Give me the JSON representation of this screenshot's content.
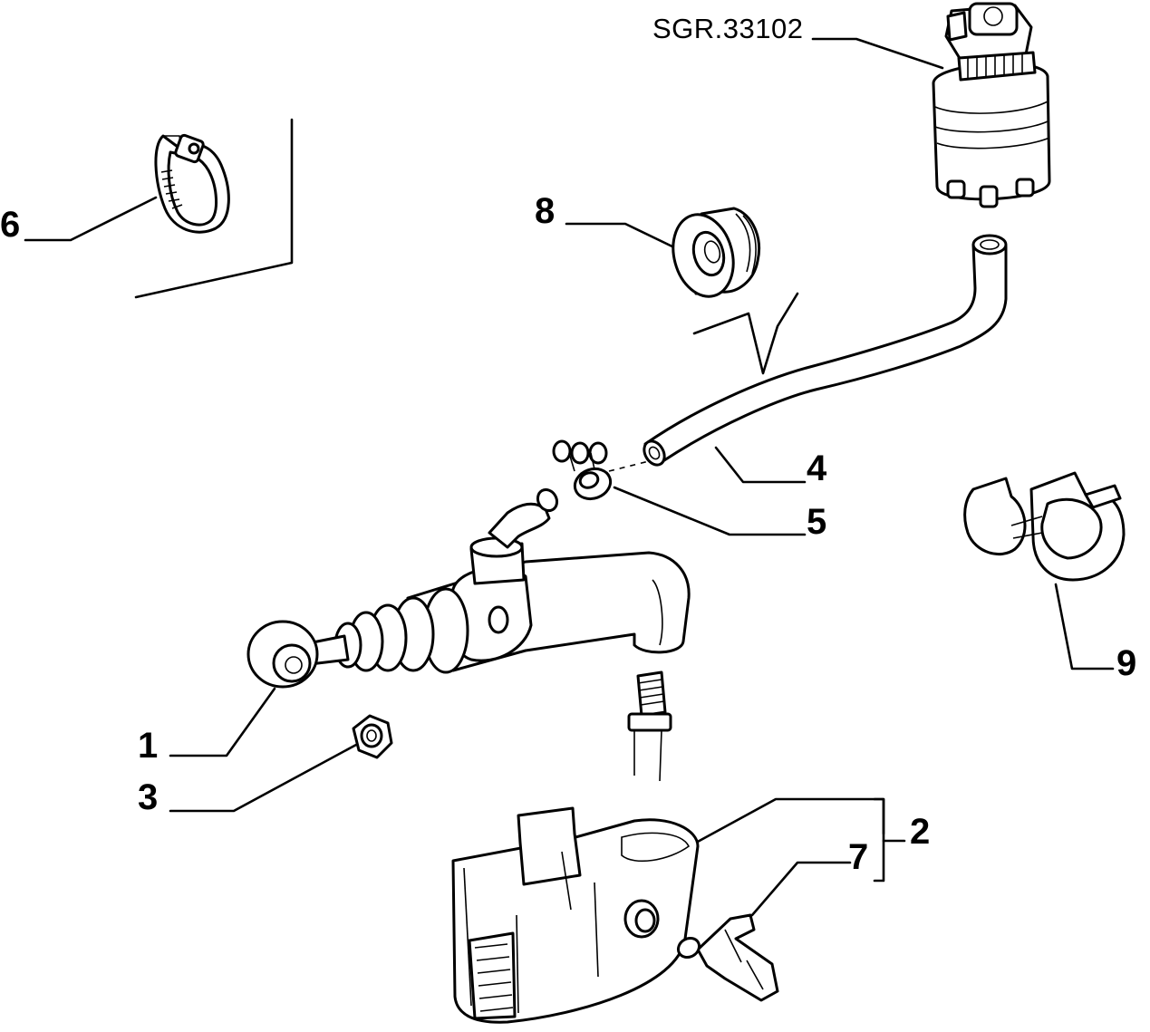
{
  "reference_code": "SGR.33102",
  "callouts": [
    "1",
    "2",
    "3",
    "4",
    "5",
    "6",
    "7",
    "8",
    "9"
  ]
}
